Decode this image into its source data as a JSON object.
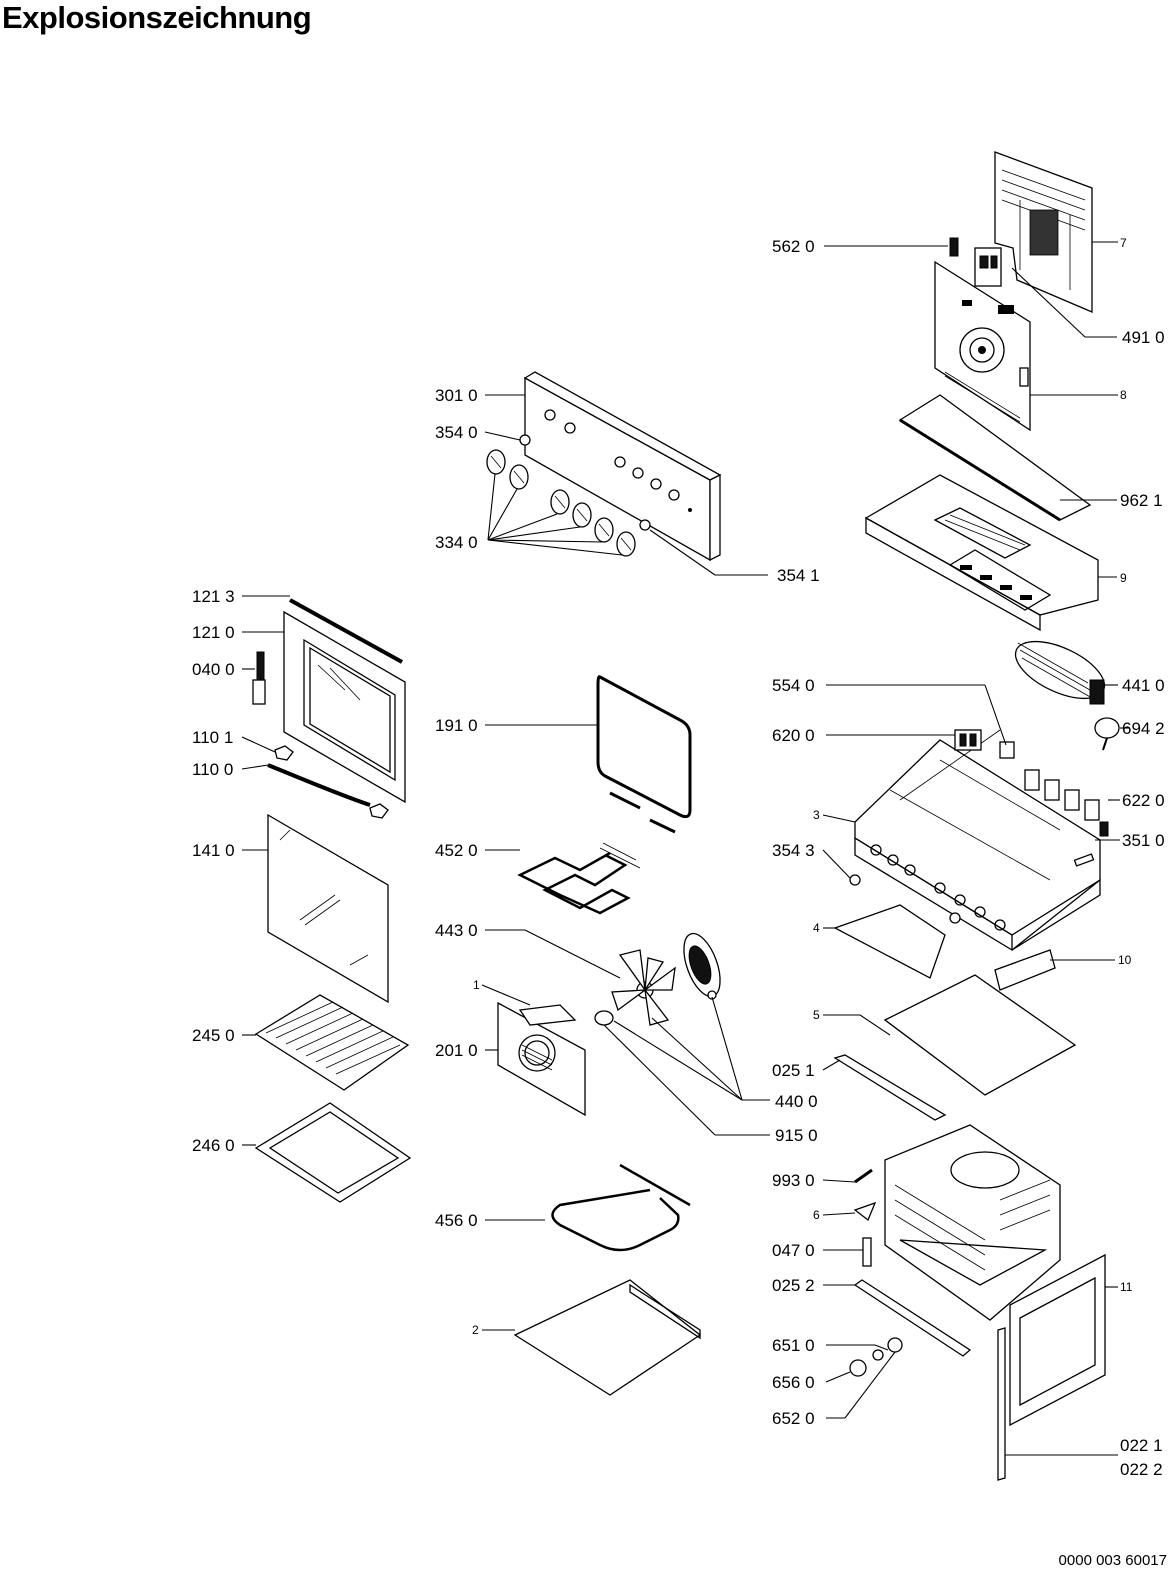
{
  "title": "Explosionszeichnung",
  "doc_number": "0000 003 60017",
  "labels": {
    "l562": "562 0",
    "l7": "7",
    "l491": "491 0",
    "l8": "8",
    "l9621": "962 1",
    "l9": "9",
    "l3010": "301 0",
    "l3540": "354 0",
    "l3340": "334 0",
    "l3541": "354 1",
    "l1213": "121 3",
    "l1210": "121 0",
    "l0400": "040 0",
    "l1101": "110 1",
    "l1100": "110 0",
    "l1410": "141 0",
    "l2450": "245 0",
    "l2460": "246 0",
    "l1910": "191 0",
    "l4520": "452 0",
    "l4430": "443 0",
    "l1": "1",
    "l2010": "201 0",
    "l4400": "440 0",
    "l9150": "915 0",
    "l4560": "456 0",
    "l2": "2",
    "l5540": "554 0",
    "l4410": "441 0",
    "l6942": "694 2",
    "l6200": "620 0",
    "l3": "3",
    "l6220": "622 0",
    "l3543": "354 3",
    "l3510": "351 0",
    "l4": "4",
    "l10": "10",
    "l5": "5",
    "l0251": "025 1",
    "l9930": "993 0",
    "l6": "6",
    "l0470": "047 0",
    "l0252": "025 2",
    "l11": "11",
    "l6510": "651 0",
    "l6560": "656 0",
    "l6520": "652 0",
    "l0221": "022 1",
    "l0222": "022 2"
  }
}
